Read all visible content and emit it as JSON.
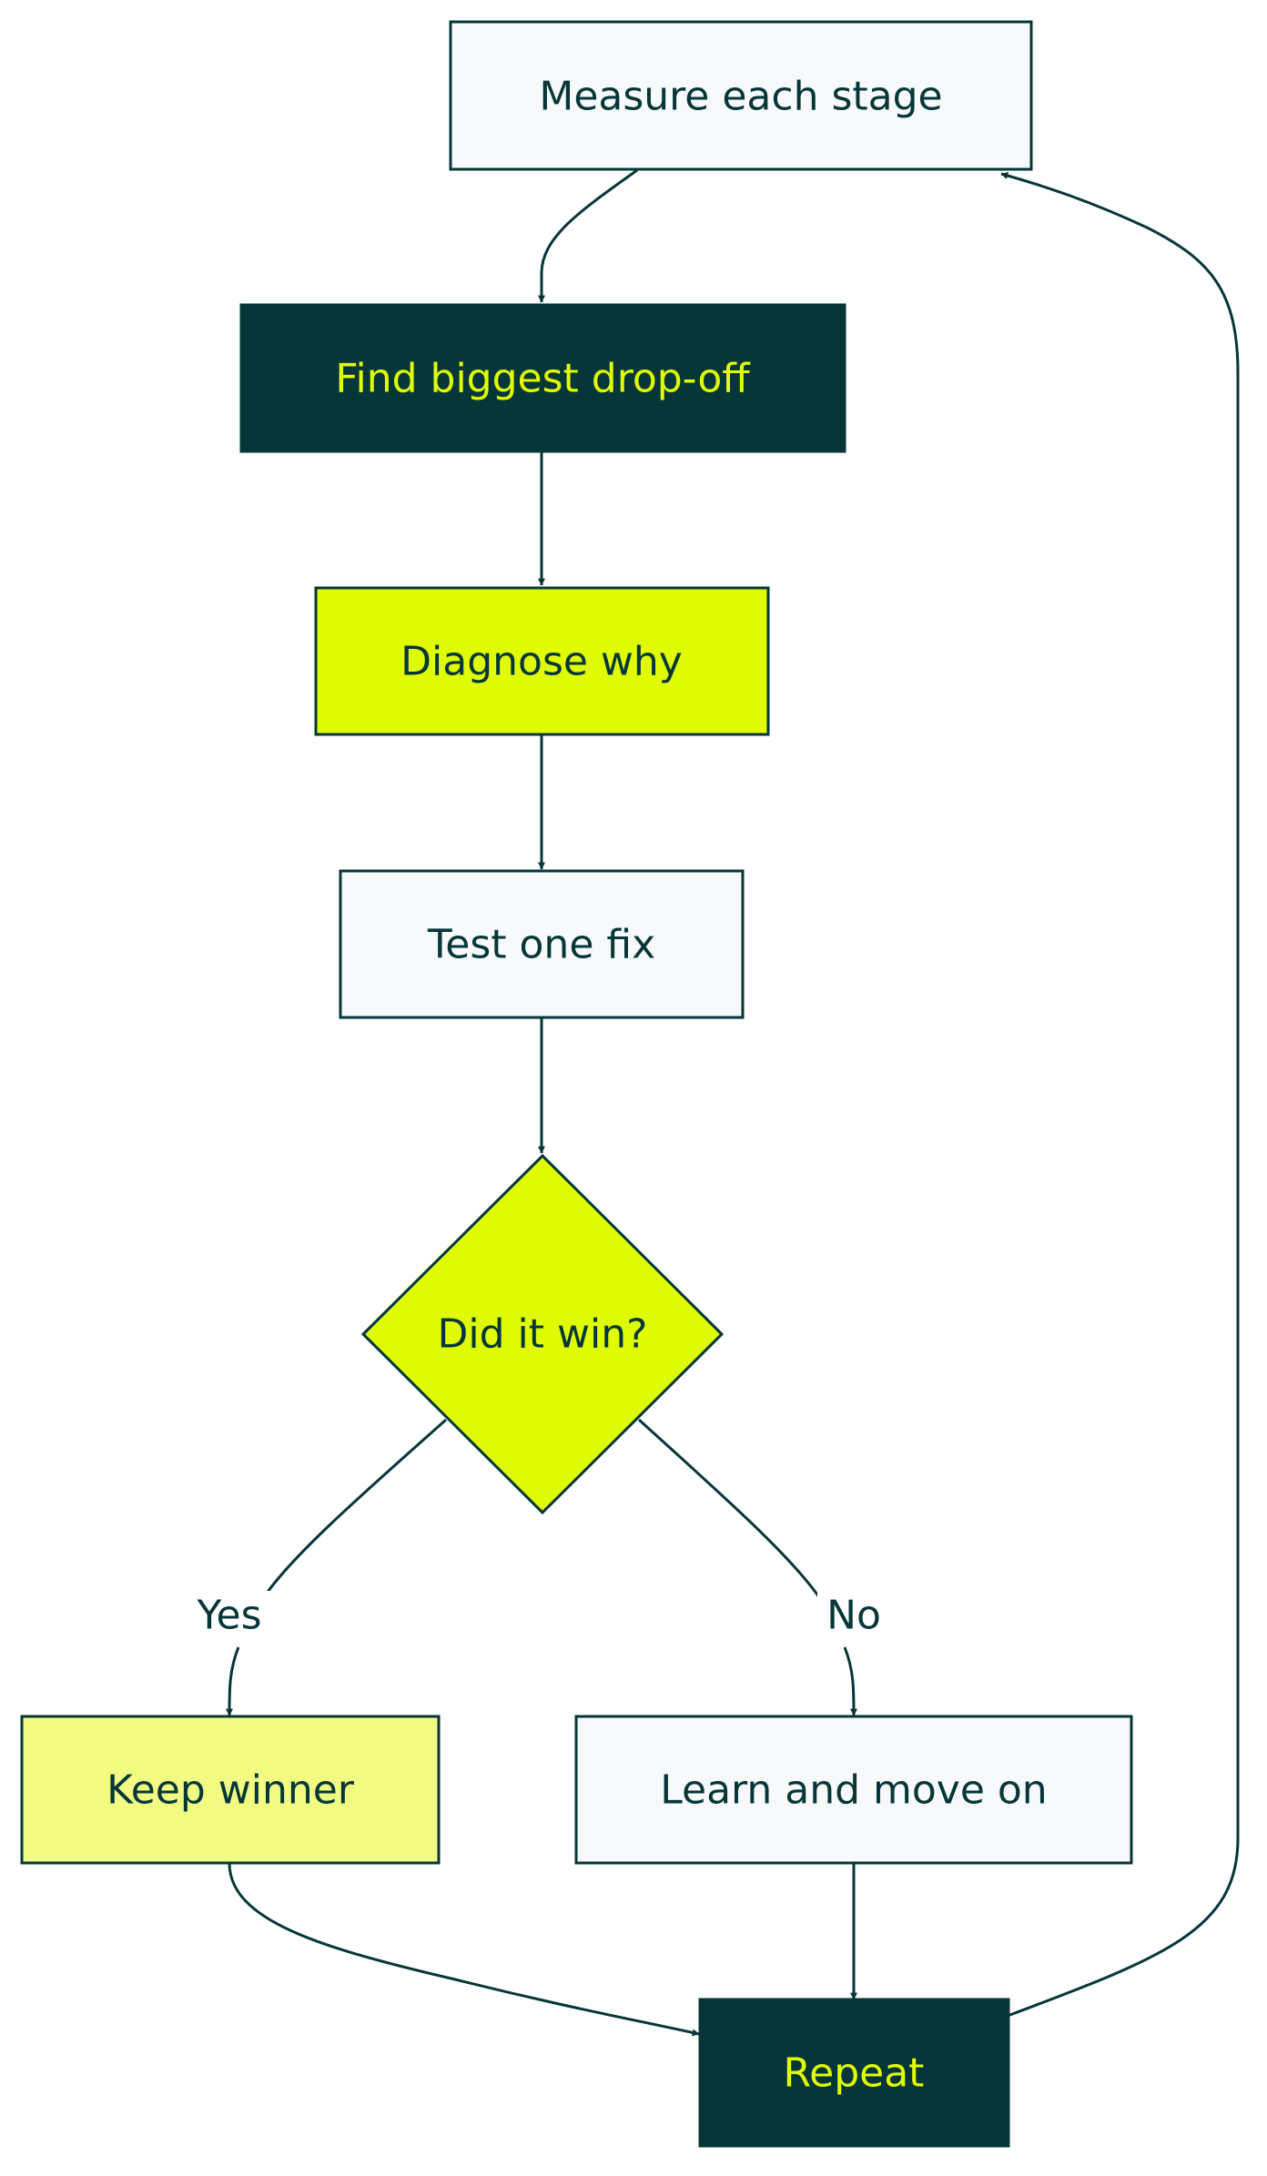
{
  "colors": {
    "ink": "#063638",
    "dark_fill": "#063638",
    "lime": "#e0fc04",
    "light_lime": "#f1fb82",
    "pale": "#f7f9fa",
    "background": "#ffffff"
  },
  "nodes": {
    "measure": {
      "label": "Measure each stage",
      "style": "pale"
    },
    "find": {
      "label": "Find biggest drop-off",
      "style": "dark"
    },
    "diagnose": {
      "label": "Diagnose why",
      "style": "lime"
    },
    "test": {
      "label": "Test one fix",
      "style": "pale"
    },
    "decision": {
      "label": "Did it win?",
      "style": "lime",
      "shape": "diamond"
    },
    "keep": {
      "label": "Keep winner",
      "style": "light_lime"
    },
    "learn": {
      "label": "Learn and move on",
      "style": "pale"
    },
    "repeat": {
      "label": "Repeat",
      "style": "dark"
    }
  },
  "edges": {
    "measure_to_find": {
      "from": "measure",
      "to": "find",
      "label": ""
    },
    "find_to_diagnose": {
      "from": "find",
      "to": "diagnose",
      "label": ""
    },
    "diagnose_to_test": {
      "from": "diagnose",
      "to": "test",
      "label": ""
    },
    "test_to_decision": {
      "from": "test",
      "to": "decision",
      "label": ""
    },
    "decision_to_keep": {
      "from": "decision",
      "to": "keep",
      "label": "Yes"
    },
    "decision_to_learn": {
      "from": "decision",
      "to": "learn",
      "label": "No"
    },
    "keep_to_repeat": {
      "from": "keep",
      "to": "repeat",
      "label": ""
    },
    "learn_to_repeat": {
      "from": "learn",
      "to": "repeat",
      "label": ""
    },
    "repeat_to_measure": {
      "from": "repeat",
      "to": "measure",
      "label": ""
    }
  }
}
